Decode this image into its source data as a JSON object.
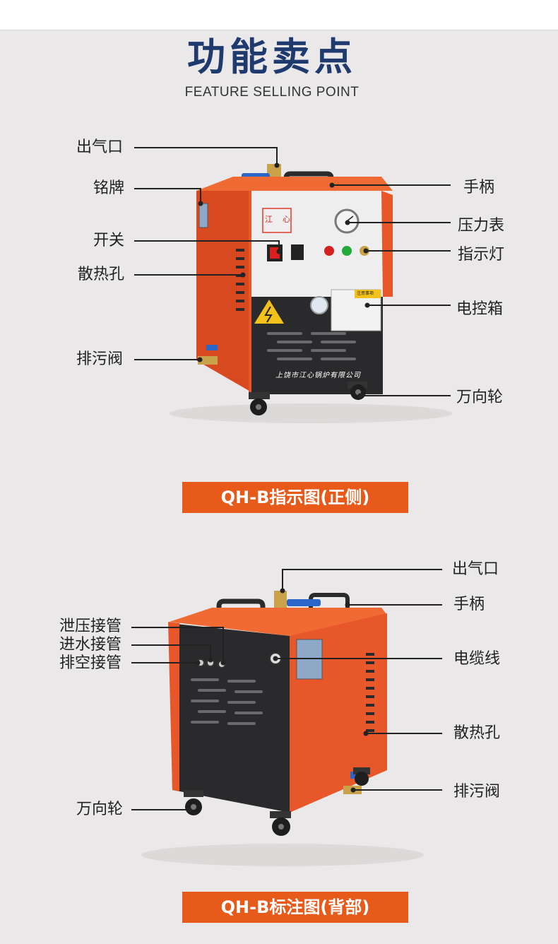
{
  "header": {
    "title": "功能卖点",
    "subtitle": "FEATURE SELLING POINT"
  },
  "front": {
    "caption": "QH-B指示图(正侧)",
    "brand_logo_text": "江",
    "brand_logo_text2": "心",
    "company_text": "上饶市江心锅炉有限公司",
    "caution_text": "注意事项",
    "labels": {
      "outlet": "出气口",
      "nameplate": "铭牌",
      "switch": "开关",
      "vent_left": "散热孔",
      "drain_valve": "排污阀",
      "handle": "手柄",
      "pressure_gauge": "压力表",
      "indicator_light": "指示灯",
      "control_box": "电控箱",
      "caster": "万向轮"
    }
  },
  "back": {
    "caption": "QH-B标注图(背部)",
    "labels": {
      "relief_pipe": "泄压接管",
      "inlet_pipe": "进水接管",
      "vent_pipe": "排空接管",
      "caster": "万向轮",
      "outlet": "出气口",
      "handle": "手柄",
      "cable": "电缆线",
      "vent_right": "散热孔",
      "drain_valve": "排污阀"
    }
  },
  "colors": {
    "title": "#1f3a6e",
    "caption_bg": "#e85a1a",
    "machine_orange": "#e8572a",
    "machine_dark": "#2a2a2c"
  }
}
